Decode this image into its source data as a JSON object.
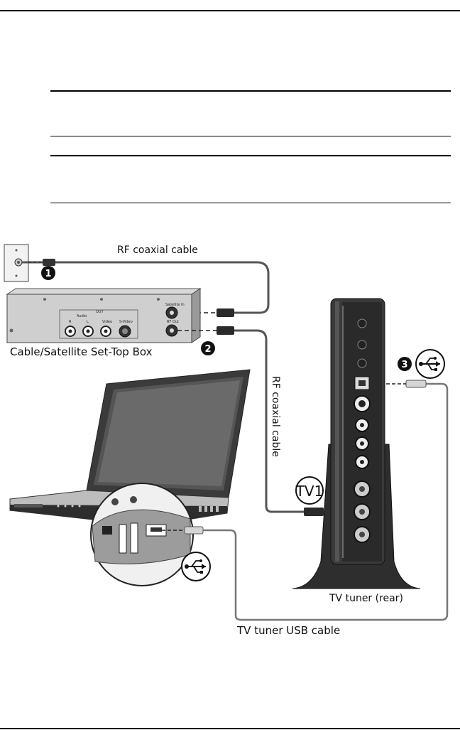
{
  "diagram": {
    "labels": {
      "rf_cable_top": "RF coaxial cable",
      "set_top_box": "Cable/Satellite Set-Top Box",
      "rf_cable_side": "RF coaxial cable",
      "tv_tuner": "TV tuner (rear)",
      "usb_cable": "TV tuner USB cable",
      "tv1_badge": "TV1"
    },
    "callouts": [
      "1",
      "2",
      "3"
    ],
    "box_panel": {
      "out": "OUT",
      "audio": "Audio",
      "ports": [
        "R",
        "L",
        "Video",
        "S-Video"
      ],
      "satellite_in": "Satellite In",
      "rf_out": "RF Out"
    },
    "icons": [
      "usb-icon",
      "usb-icon"
    ]
  }
}
